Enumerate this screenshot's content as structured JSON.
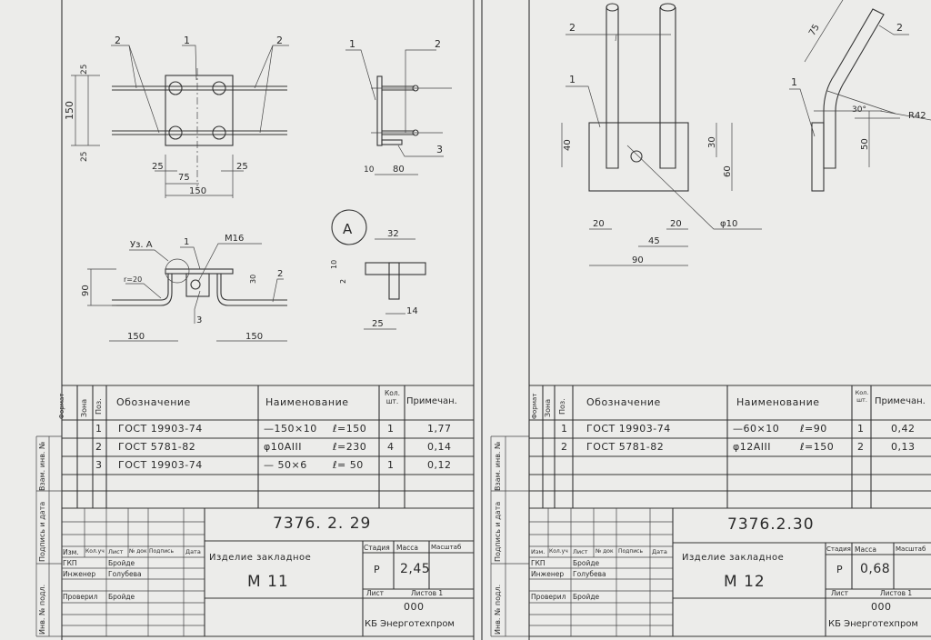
{
  "headers": {
    "format": "Формат",
    "zone": "Зона",
    "pos": "Поз.",
    "designation": "Обозначение",
    "name": "Наименование",
    "qty": "Кол. шт.",
    "note": "Примечан."
  },
  "stamp_labels": {
    "izm": "Изм.",
    "kol_uch": "Кол.уч",
    "list": "Лист",
    "doc_no": "№ док",
    "signature": "Подпись",
    "date": "Дата",
    "stage": "Стадия",
    "mass": "Масса",
    "scale": "Масштаб",
    "sheet": "Лист",
    "sheets": "Листов 1"
  },
  "margin_labels": {
    "replace_inv": "Взам. инв. №",
    "sign_date": "Подпись и дата",
    "inv_orig": "Инв. № подл."
  },
  "sheets": [
    {
      "doc_number": "7376. 2. 29",
      "product": "Изделие закладное",
      "mark": "М 11",
      "stage": "Р",
      "mass": "2,45",
      "code": "000",
      "org": "КБ Энерготехпром",
      "roles": [
        {
          "role": "ГКП",
          "person": "Бройде"
        },
        {
          "role": "Инженер",
          "person": "Голубева"
        },
        {
          "role": "Проверил",
          "person": "Бройде"
        }
      ],
      "rows": [
        {
          "pos": "1",
          "designation": "ГОСТ 19903-74",
          "name": "—150×10",
          "length": "ℓ=150",
          "qty": "1",
          "note": "1,77"
        },
        {
          "pos": "2",
          "designation": "ГОСТ 5781-82",
          "name": "φ10АIII",
          "length": "ℓ=230",
          "qty": "4",
          "note": "0,14"
        },
        {
          "pos": "3",
          "designation": "ГОСТ 19903-74",
          "name": "— 50×6",
          "length": "ℓ= 50",
          "qty": "1",
          "note": "0,12"
        }
      ],
      "drawing_labels": {
        "pos1": "1",
        "pos2": "2",
        "pos3": "3",
        "d25": "25",
        "d150": "150",
        "d75": "75",
        "d10": "10",
        "d80": "80",
        "d90": "90",
        "d30": "30",
        "d32": "32",
        "d14": "14",
        "d2": "2",
        "r20": "r=20",
        "node_a": "Уз. А",
        "m16": "М16",
        "view_a": "А"
      }
    },
    {
      "doc_number": "7376.2.30",
      "product": "Изделие закладное",
      "mark": "М 12",
      "stage": "Р",
      "mass": "0,68",
      "code": "000",
      "org": "КБ Энерготехпром",
      "roles": [
        {
          "role": "ГКП",
          "person": "Бройде"
        },
        {
          "role": "Инженер",
          "person": "Голубева"
        },
        {
          "role": "Проверил",
          "person": "Бройде"
        }
      ],
      "rows": [
        {
          "pos": "1",
          "designation": "ГОСТ 19903-74",
          "name": "—60×10",
          "length": "ℓ=90",
          "qty": "1",
          "note": "0,42"
        },
        {
          "pos": "2",
          "designation": "ГОСТ 5781-82",
          "name": "φ12АIII",
          "length": "ℓ=150",
          "qty": "2",
          "note": "0,13"
        }
      ],
      "drawing_labels": {
        "pos1": "1",
        "pos2": "2",
        "d40": "40",
        "d30": "30",
        "d60": "60",
        "d20": "20",
        "d45": "45",
        "d90": "90",
        "d75": "75",
        "d50": "50",
        "hole": "φ10",
        "angle": "30°",
        "radius": "R42"
      }
    }
  ]
}
